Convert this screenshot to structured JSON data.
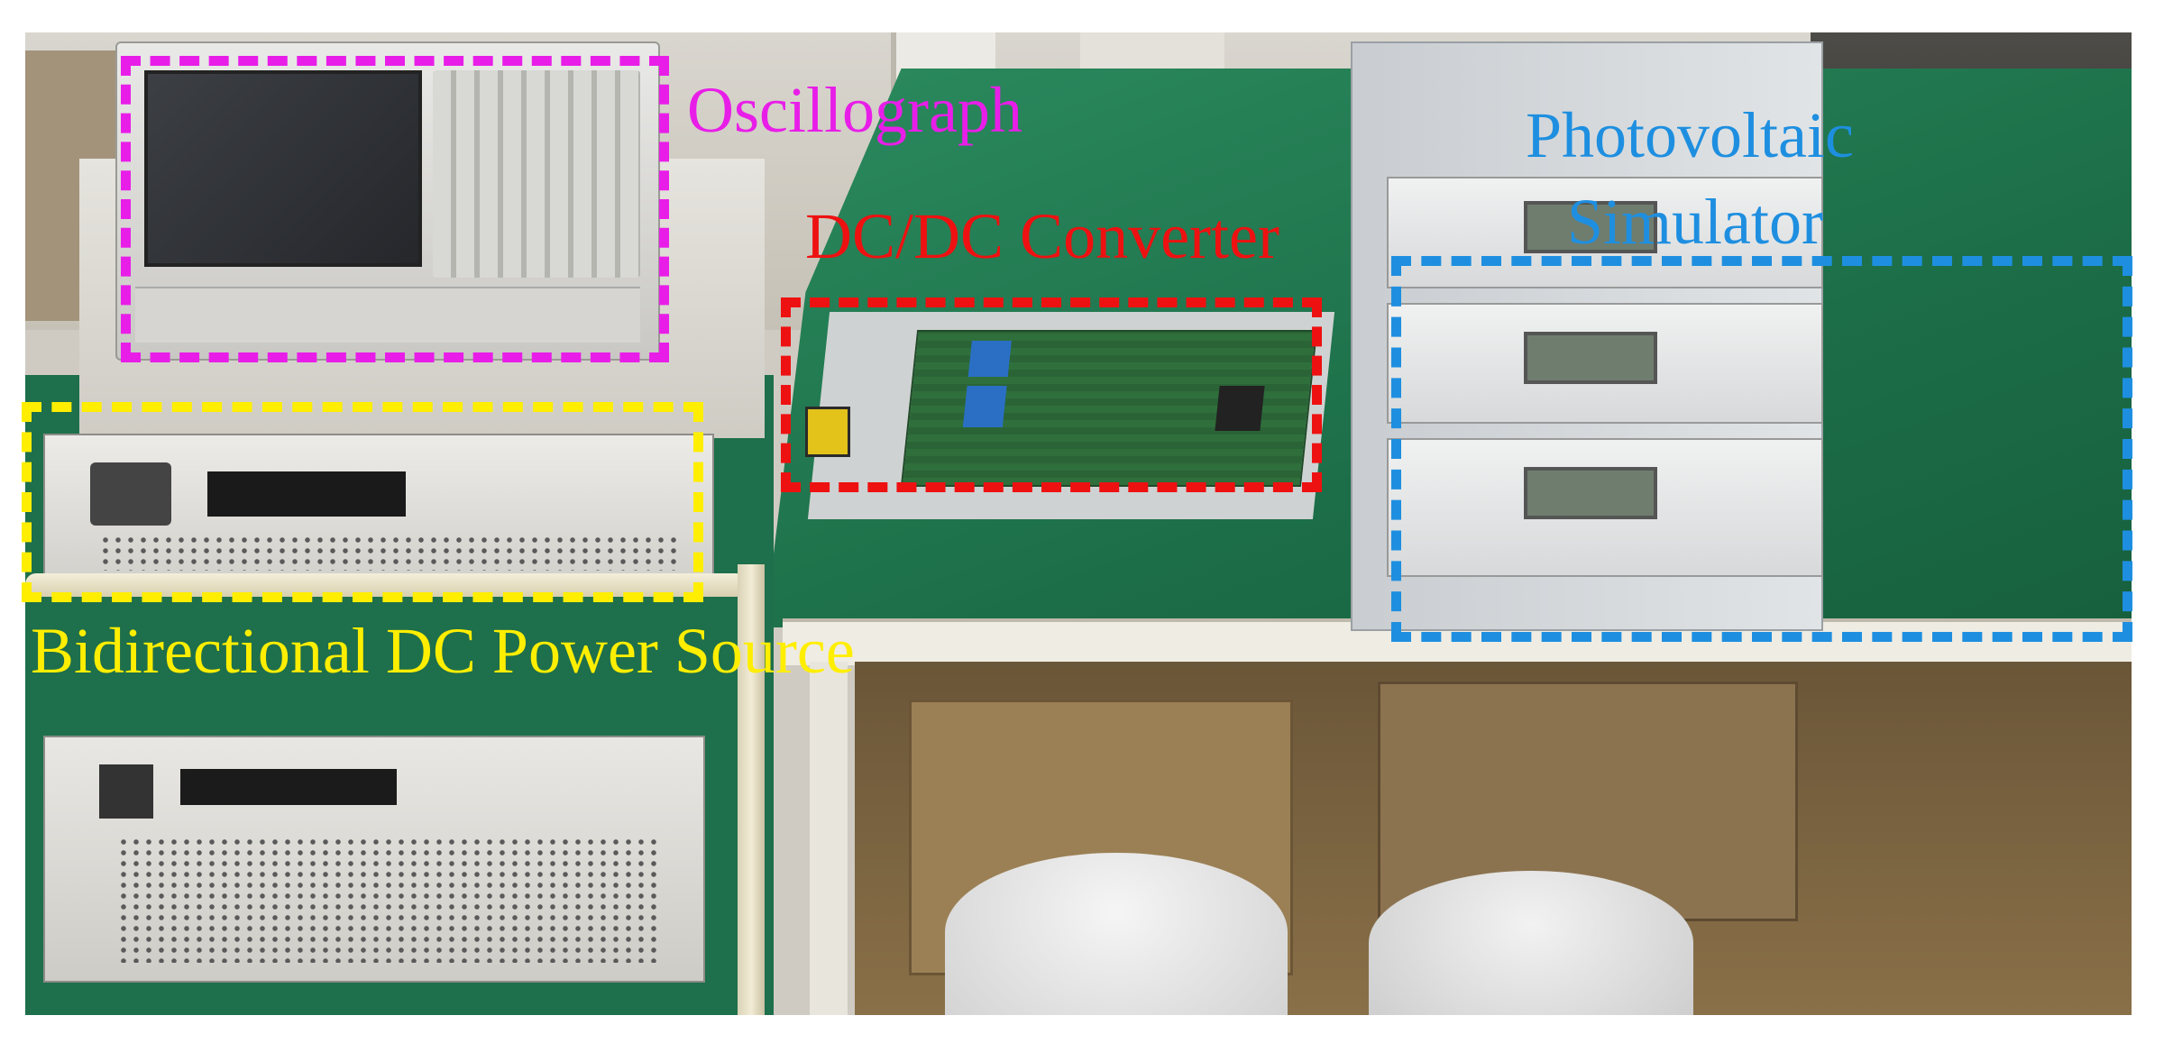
{
  "labels": {
    "oscillograph": "Oscillograph",
    "dcdc": "DC/DC Converter",
    "pv_line1": "Photovoltaic",
    "pv_line2": "Simulator",
    "bidirectional": "Bidirectional DC Power Source"
  },
  "colors": {
    "oscillograph": "#e81ee8",
    "dcdc": "#ee1111",
    "photovoltaic": "#1e8fe0",
    "bidirectional": "#ffee00",
    "table_green": "#1f7a52",
    "pcb_green": "#2e6b3a"
  }
}
